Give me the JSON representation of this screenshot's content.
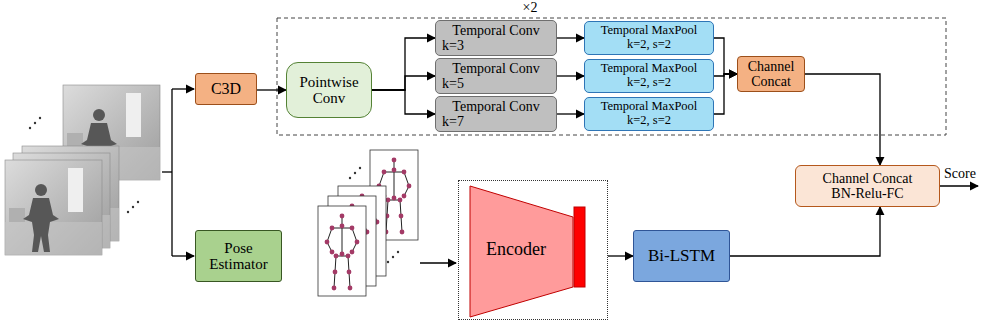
{
  "diagram": {
    "nodes": [
      {
        "text": [
          "C3D"
        ]
      },
      {
        "text": [
          "Pointwise Conv"
        ]
      },
      {
        "text": [
          "Temporal Conv",
          "k=3"
        ]
      },
      {
        "text": [
          "Temporal Conv",
          "k=5"
        ]
      },
      {
        "text": [
          "Temporal Conv",
          "k=7"
        ]
      },
      {
        "text": [
          "Temporal MaxPool",
          "k=2, s=2"
        ]
      },
      {
        "text": [
          "Temporal MaxPool",
          "k=2, s=2"
        ]
      },
      {
        "text": [
          "Temporal MaxPool",
          "k=2, s=2"
        ]
      },
      {
        "text": [
          "Channel Concat"
        ]
      },
      {
        "text": [
          "Pose Estimator"
        ]
      },
      {
        "text": [
          "Encoder"
        ]
      },
      {
        "text": [
          "Bi-LSTM"
        ]
      },
      {
        "text": [
          "Channel Concat",
          "BN-Relu-FC"
        ]
      }
    ],
    "edges": [
      {
        "from": 0,
        "to": 1,
        "arrow": "to"
      },
      {
        "from": 1,
        "to": 2,
        "arrow": "to"
      },
      {
        "from": 1,
        "to": 3,
        "arrow": "to"
      },
      {
        "from": 1,
        "to": 4,
        "arrow": "to"
      },
      {
        "from": 2,
        "to": 5,
        "arrow": "to"
      },
      {
        "from": 3,
        "to": 6,
        "arrow": "to"
      },
      {
        "from": 4,
        "to": 7,
        "arrow": "to"
      },
      {
        "from": 5,
        "to": 8,
        "arrow": "to"
      },
      {
        "from": 6,
        "to": 8,
        "arrow": "to"
      },
      {
        "from": 7,
        "to": 8,
        "arrow": "to"
      },
      {
        "from": 8,
        "to": 12,
        "arrow": "to"
      },
      {
        "from": 10,
        "to": 11,
        "arrow": "to"
      },
      {
        "from": 11,
        "to": 12,
        "arrow": "to"
      }
    ],
    "labels": [
      "×2",
      "Score"
    ]
  }
}
